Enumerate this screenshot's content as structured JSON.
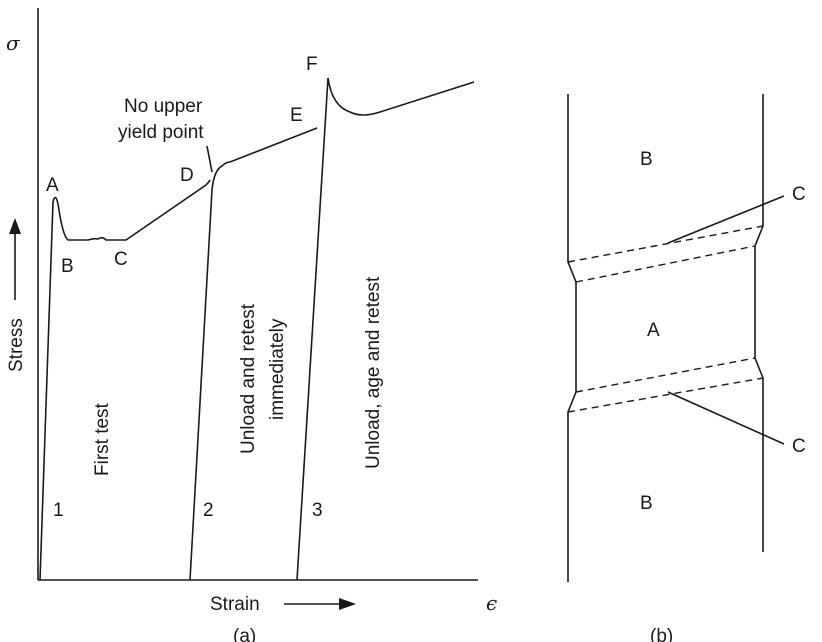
{
  "panel_a": {
    "caption": "(a)",
    "sigma_symbol": "σ",
    "epsilon_symbol": "ϵ",
    "stress_axis_label": "Stress",
    "strain_axis_label": "Strain",
    "points": {
      "A": "A",
      "B": "B",
      "C": "C",
      "D": "D",
      "E": "E",
      "F": "F"
    },
    "upper_yield_note": [
      "No upper",
      "yield point"
    ],
    "loading_lines": {
      "l1": "1",
      "l2": "2",
      "l3": "3"
    },
    "stage_labels": {
      "first": "First test",
      "second": [
        "Unload and retest",
        "immediately"
      ],
      "third": "Unload, age and retest"
    }
  },
  "panel_b": {
    "caption": "(b)",
    "region_top": "B",
    "region_middle": "A",
    "region_bottom": "B",
    "band_top": "C",
    "band_bottom": "C"
  }
}
